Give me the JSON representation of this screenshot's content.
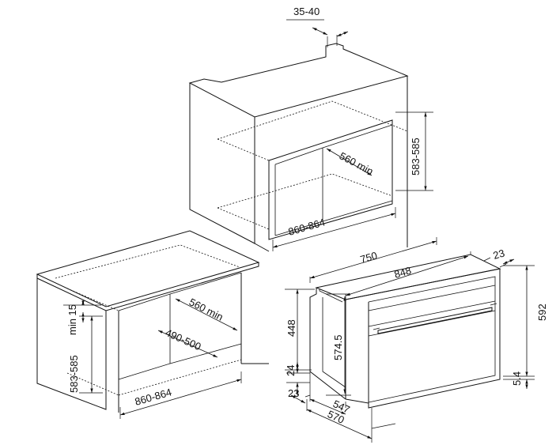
{
  "dimensions": {
    "niche_top_offset": "35-40",
    "column_depth": "560 min",
    "column_opening_height": "583-585",
    "column_opening_width": "860-864",
    "undercounter_gap": "min 15",
    "undercounter_depth": "560 min",
    "undercounter_depth_range": "490-500",
    "undercounter_opening_height": "583-585",
    "undercounter_opening_width": "860-864",
    "oven_width": "750",
    "oven_front_width": "848",
    "oven_front_thickness": "23",
    "oven_front_height": "592",
    "oven_body_height": "448",
    "oven_inner_height": "574.5",
    "oven_lower_gap": "24",
    "oven_bottom_offset": "5.4",
    "oven_side_offset": "23",
    "oven_body_depth": "547",
    "oven_total_depth": "570"
  }
}
